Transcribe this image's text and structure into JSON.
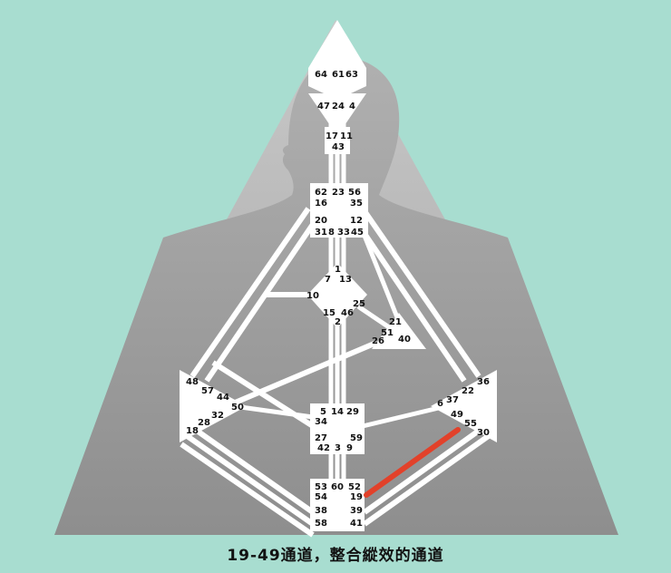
{
  "caption": "19-49通道，整合縱效的通道",
  "highlight_color": "#e2412a",
  "highlighted_channel": {
    "gate_a": "19",
    "gate_b": "49"
  },
  "gates": {
    "g64": "64",
    "g61": "61",
    "g63": "63",
    "g47": "47",
    "g24": "24",
    "g4": "4",
    "g17": "17",
    "g11": "11",
    "g43": "43",
    "g62": "62",
    "g23": "23",
    "g56": "56",
    "g16": "16",
    "g35": "35",
    "g20": "20",
    "g12": "12",
    "g31": "31",
    "g8": "8",
    "g33": "33",
    "g45": "45",
    "g1": "1",
    "g7": "7",
    "g13": "13",
    "g10": "10",
    "g25": "25",
    "g15": "15",
    "g46": "46",
    "g2": "2",
    "g21": "21",
    "g51": "51",
    "g26": "26",
    "g40": "40",
    "g48": "48",
    "g57": "57",
    "g44": "44",
    "g50": "50",
    "g32": "32",
    "g28": "28",
    "g18": "18",
    "g36": "36",
    "g22": "22",
    "g6": "6",
    "g37": "37",
    "g49": "49",
    "g55": "55",
    "g30": "30",
    "g5": "5",
    "g14": "14",
    "g29": "29",
    "g34": "34",
    "g27": "27",
    "g59": "59",
    "g42": "42",
    "g3": "3",
    "g9": "9",
    "g53": "53",
    "g60": "60",
    "g52": "52",
    "g54": "54",
    "g19": "19",
    "g38": "38",
    "g39": "39",
    "g58": "58",
    "g41": "41"
  }
}
